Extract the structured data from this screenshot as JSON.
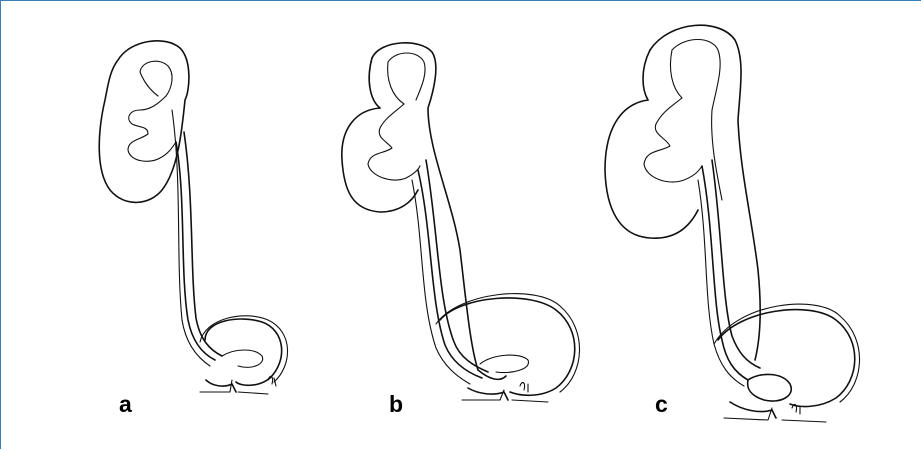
{
  "figure": {
    "description_labels": [
      "a",
      "b",
      "c"
    ],
    "panels": [
      {
        "label": "a"
      },
      {
        "label": "b"
      },
      {
        "label": "c"
      }
    ]
  }
}
